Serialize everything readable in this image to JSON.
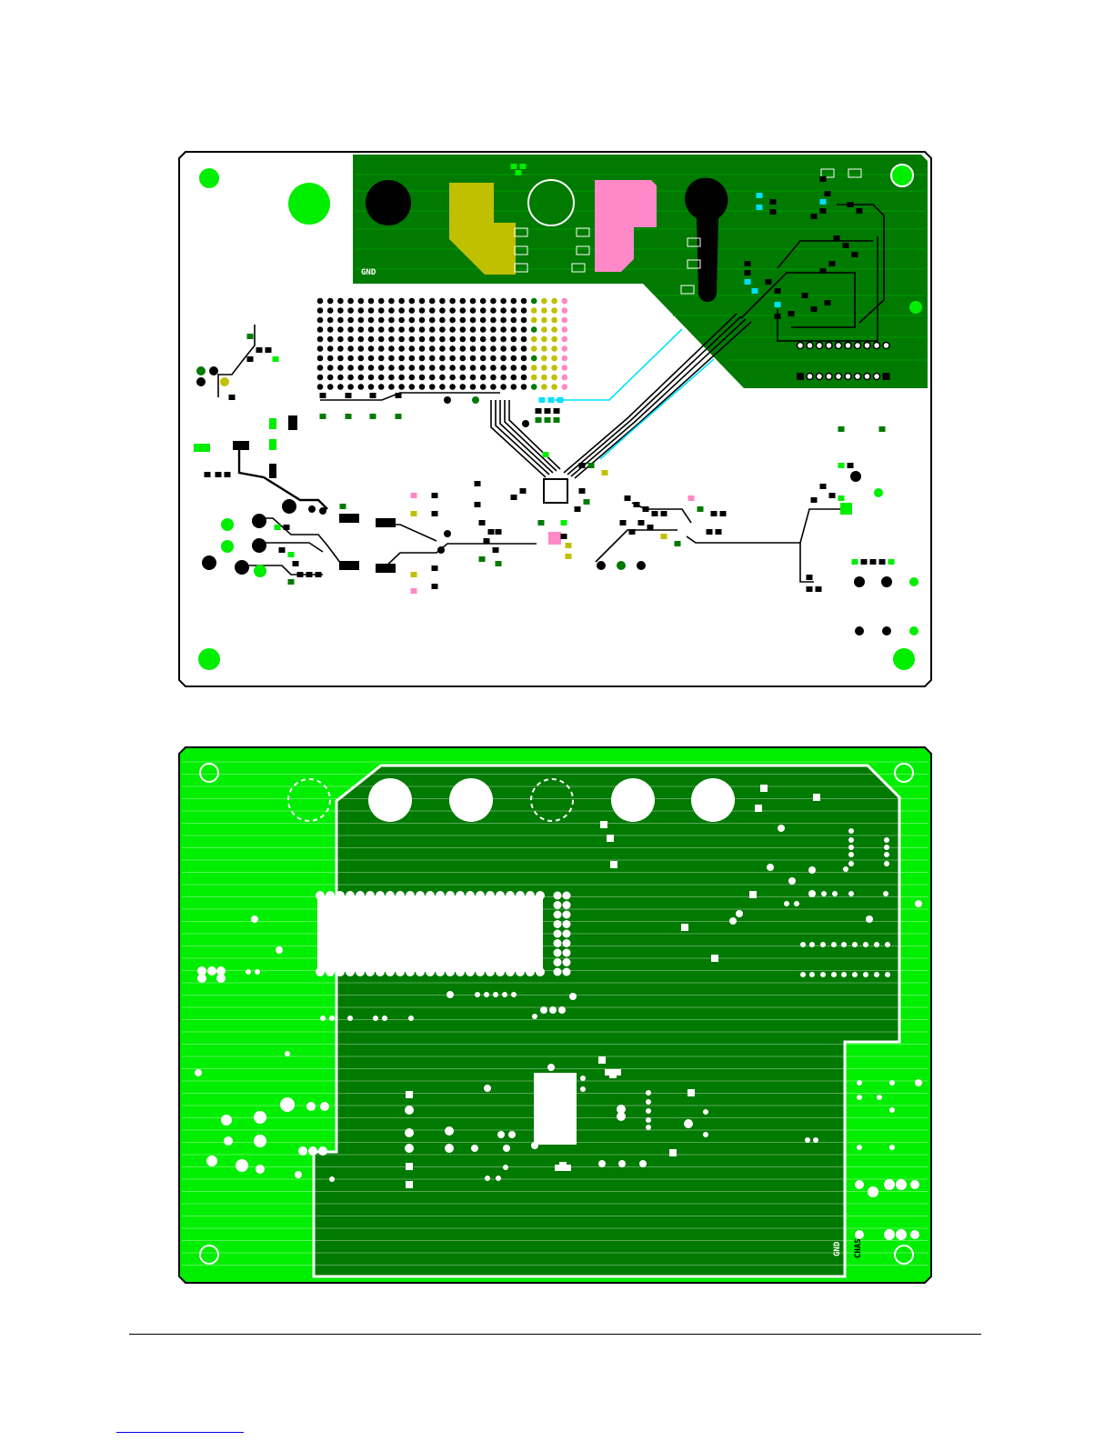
{
  "top_layer": {
    "gnd_label": "GND",
    "colors": {
      "copper": "#007a00",
      "bright_copper": "#00ee00",
      "outline": "#000000",
      "pad_black": "#000000",
      "pad_olive": "#c0c000",
      "pad_pink": "#ff88c8",
      "trace_cyan": "#00e0ff"
    }
  },
  "bottom_layer": {
    "gnd_label": "GND",
    "chas_label": "CHAS",
    "colors": {
      "plane_bright": "#00ee00",
      "plane_dark": "#007a00",
      "drill": "#ffffff"
    }
  }
}
